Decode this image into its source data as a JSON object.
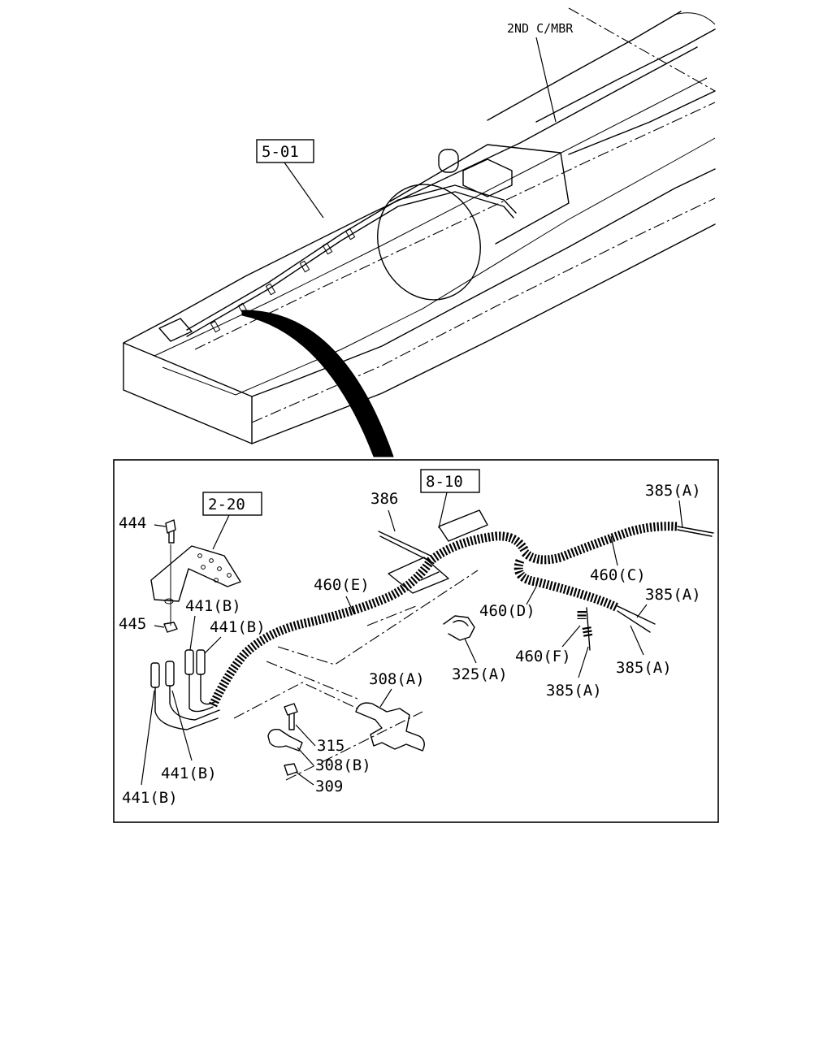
{
  "callouts": {
    "member_note": "2ND C/MBR",
    "ref_frame": "5-01",
    "ref_bracket": "2-20",
    "ref_harness": "8-10"
  },
  "parts": {
    "p386": "386",
    "p385a_1": "385(A)",
    "p385a_2": "385(A)",
    "p385a_3": "385(A)",
    "p385a_4": "385(A)",
    "p444": "444",
    "p445": "445",
    "p441b_1": "441(B)",
    "p441b_2": "441(B)",
    "p441b_3": "441(B)",
    "p441b_4": "441(B)",
    "p460c": "460(C)",
    "p460d": "460(D)",
    "p460e": "460(E)",
    "p460f": "460(F)",
    "p308a": "308(A)",
    "p308b": "308(B)",
    "p315": "315",
    "p309": "309",
    "p325a": "325(A)"
  }
}
